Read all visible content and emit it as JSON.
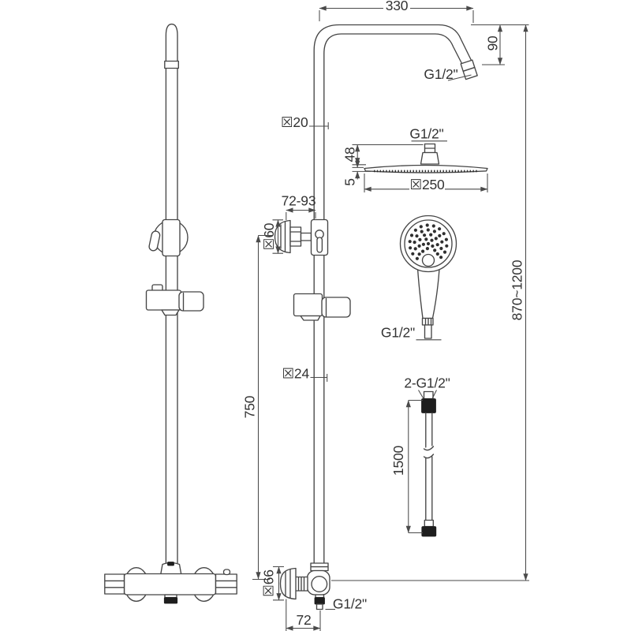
{
  "labels": {
    "arm_reach": "330",
    "arm_drop": "90",
    "arm_outlet_thread": "G1/2\"",
    "riser_upper_diameter": "☒20",
    "rain_thread": "G1/2\"",
    "rain_hub_height": "48",
    "rain_edge_thickness": "5",
    "rain_diameter": "☒250",
    "bracket_offset_range": "72-93",
    "bracket_flange_diameter": "☒60",
    "slide_bar_length": "750",
    "riser_lower_diameter": "☒24",
    "overall_height_range": "870~1200",
    "handshower_thread": "G1/2\"",
    "hose_thread": "2-G1/2\"",
    "hose_length": "1500",
    "valve_flange_diameter": "☒66",
    "valve_outlet_thread": "G1/2\"",
    "valve_offset": "72"
  },
  "colors": {
    "line": "#454545",
    "dark_fill": "#1e1e1e",
    "background": "#ffffff"
  }
}
